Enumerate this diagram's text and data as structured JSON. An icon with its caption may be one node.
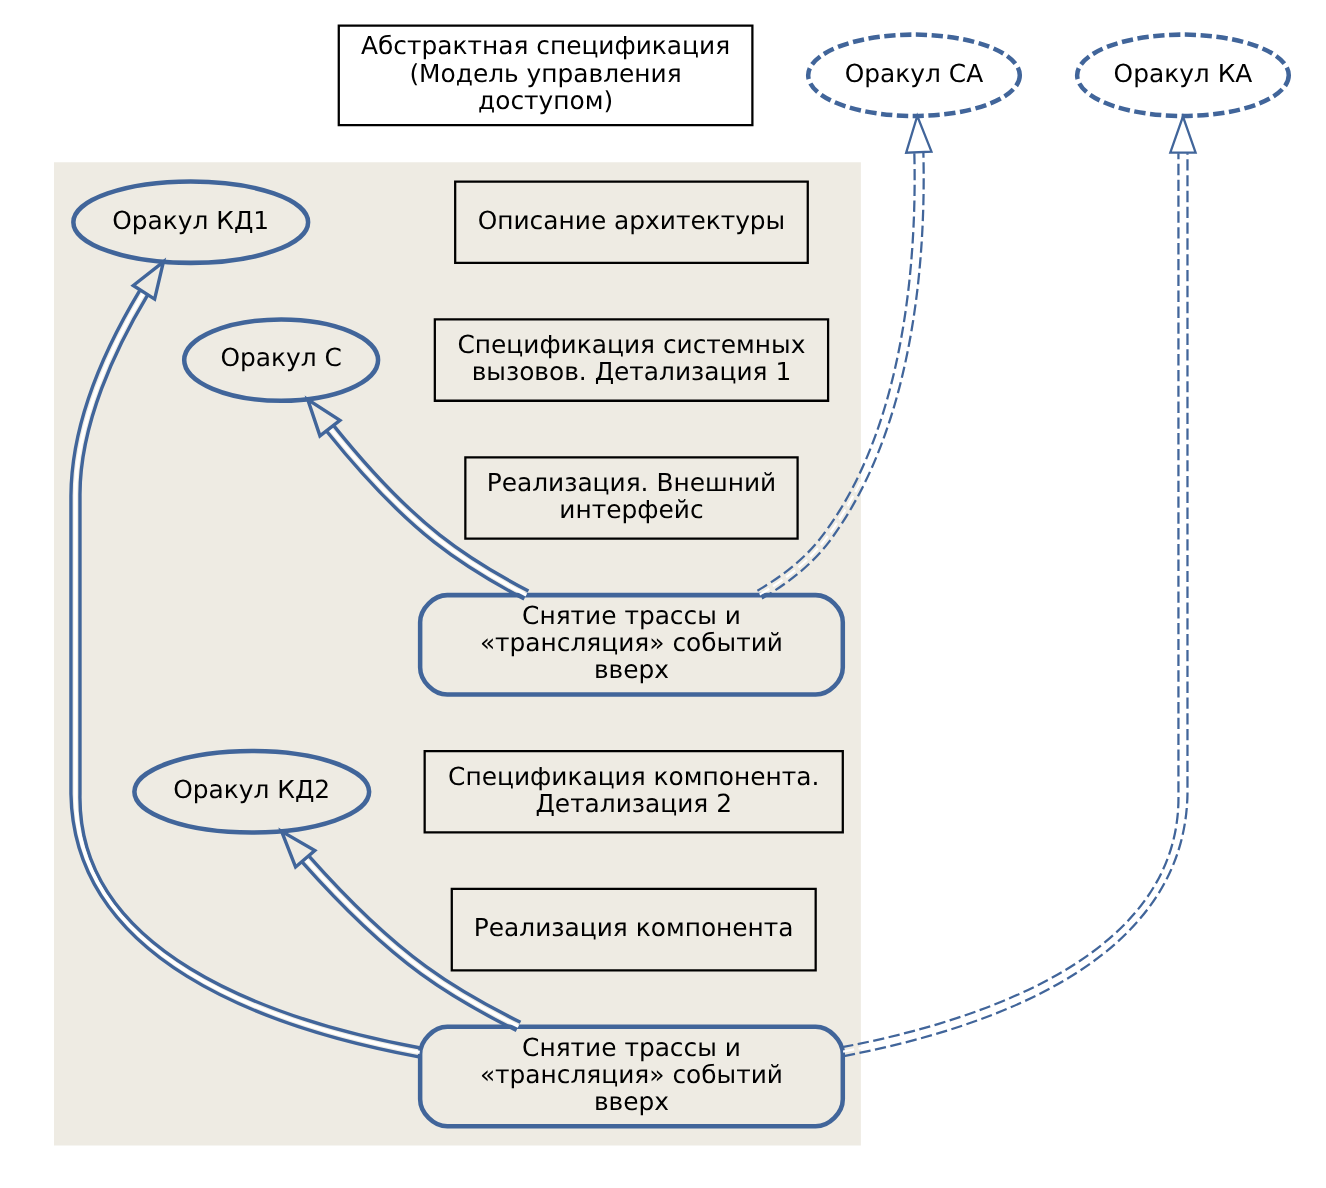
{
  "diagram": {
    "nodes": [
      {
        "text": [
          "Абстрактная спецификация (Модель управления доступом)"
        ]
      },
      {
        "text": [
          "Оракул СА"
        ]
      },
      {
        "text": [
          "Оракул КА"
        ]
      },
      {
        "text": [],
        "shape": "box"
      },
      {
        "text": [
          "Описание архитектуры"
        ],
        "in": 3
      },
      {
        "text": [
          "Спецификация системных вызовов. Детализация 1"
        ],
        "in": 3
      },
      {
        "text": [
          "Оракул С"
        ],
        "in": 3
      },
      {
        "text": [
          "Оракул КД1"
        ],
        "in": 3
      },
      {
        "text": [
          "Реализация. Внешний интерфейс"
        ],
        "in": 3
      },
      {
        "text": [
          "Снятие трассы и «трансляция» событий вверх"
        ],
        "in": 3
      },
      {
        "text": [
          "Спецификация компонента. Детализация 2"
        ],
        "in": 3
      },
      {
        "text": [
          "Оракул КД2"
        ],
        "in": 3
      },
      {
        "text": [
          "Реализация компонента"
        ],
        "in": 3
      },
      {
        "text": [
          "Снятие трассы и «трансляция» событий вверх"
        ],
        "in": 3
      }
    ],
    "edges": [
      {
        "from": 9,
        "to": 6,
        "arrow": "to"
      },
      {
        "from": 9,
        "to": 1,
        "arrow": "to",
        "style": "dashed"
      },
      {
        "from": 13,
        "to": 11,
        "arrow": "to"
      },
      {
        "from": 13,
        "to": 7,
        "arrow": "to"
      },
      {
        "from": 13,
        "to": 2,
        "arrow": "to",
        "style": "dashed"
      }
    ]
  }
}
